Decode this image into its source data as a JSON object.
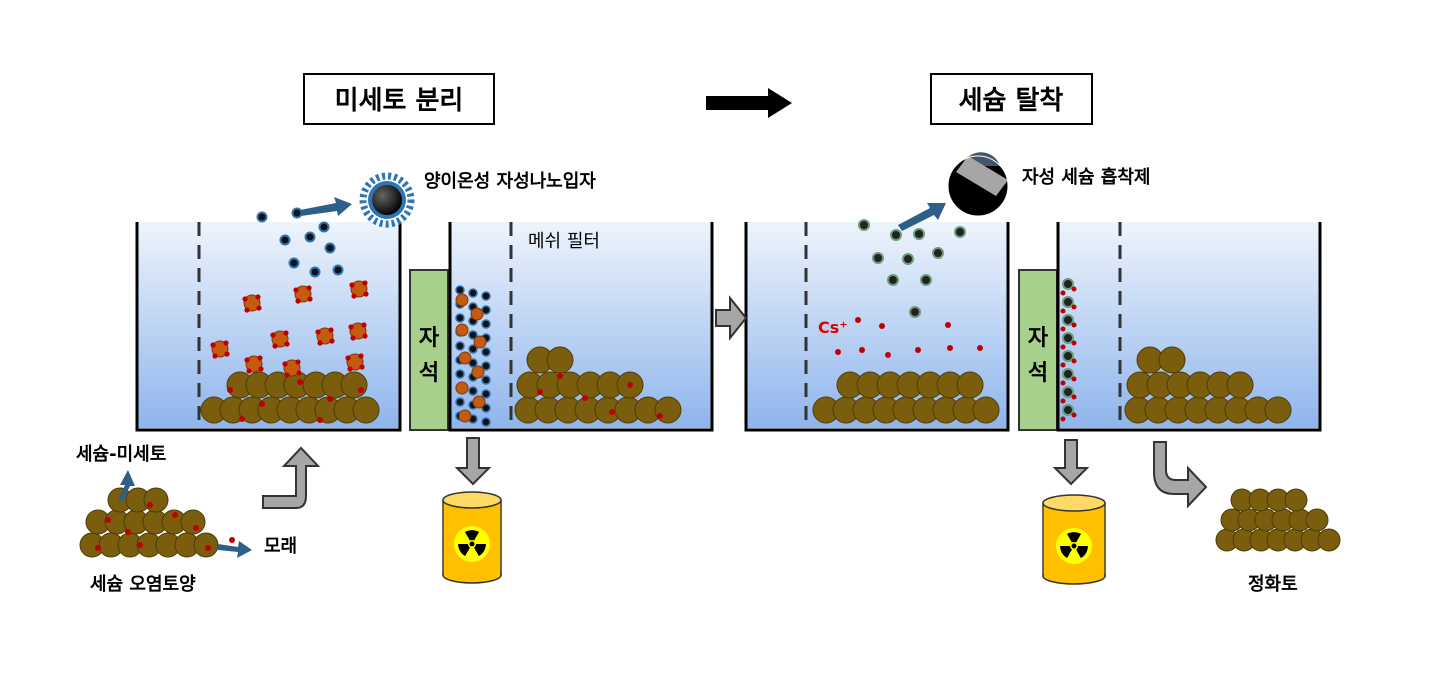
{
  "stage1_title": "미세토 분리",
  "stage2_title": "세슘 탈착",
  "particle_label": "양이온성 자성나노입자",
  "mesh_filter_label": "메쉬 필터",
  "magnet_char1": "자",
  "magnet_char2": "석",
  "adsorbent_label": "자성 세슘 흡착제",
  "cs_label": "Cs⁺",
  "fine_soil_label": "세슘-미세토",
  "sand_label": "모래",
  "contaminated_soil_label": "세슘 오염토양",
  "clean_soil_label": "정화토",
  "colors": {
    "soil": "#7a5e0e",
    "soil_stroke": "#4e3c08",
    "water_top": "#eef4fc",
    "water_bottom": "#8fb5ec",
    "magnet": "#a8d08d",
    "cesium": "#c00000",
    "cs_text": "#e00000",
    "arrow_blue": "#2e5f8a",
    "drum": "#ffc000",
    "gray_arrow": "#a6a6a6"
  }
}
